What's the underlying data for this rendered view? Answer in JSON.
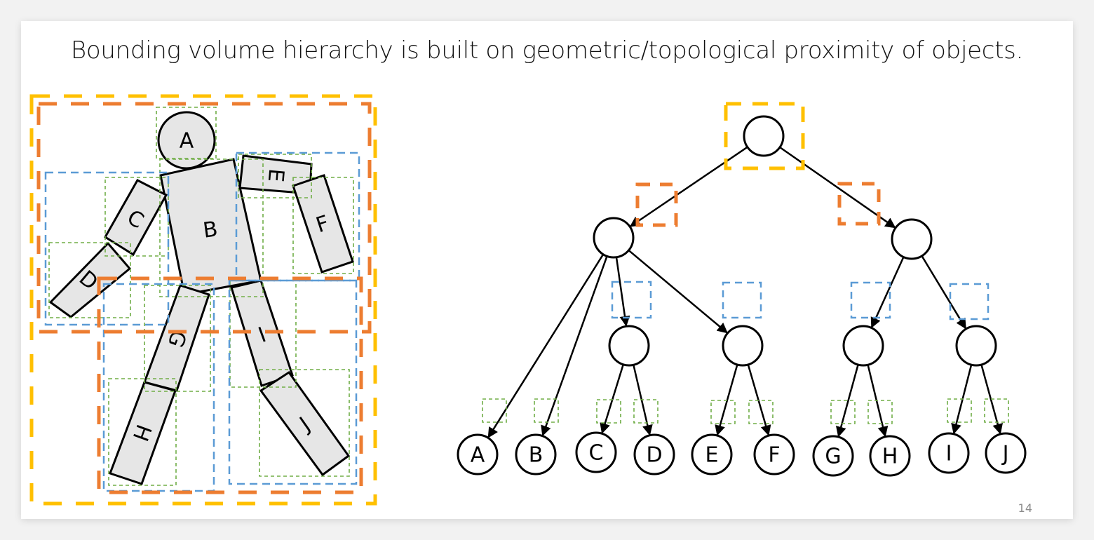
{
  "slide": {
    "title": "Bounding volume hierarchy is built on geometric/topological proximity of objects.",
    "page_number": "14"
  },
  "colors": {
    "level0_box": "#ffc000",
    "level1_box": "#ed7d31",
    "level2_box": "#5b9bd5",
    "leaf_box": "#70ad47",
    "shape_fill": "#e6e6e6",
    "stroke": "#000000"
  },
  "figure": {
    "objects": [
      {
        "id": "A",
        "label": "A",
        "shape": "circle"
      },
      {
        "id": "B",
        "label": "B",
        "shape": "torso"
      },
      {
        "id": "C",
        "label": "C",
        "shape": "upper-left-arm"
      },
      {
        "id": "D",
        "label": "D",
        "shape": "lower-left-arm"
      },
      {
        "id": "E",
        "label": "E",
        "shape": "upper-right-arm"
      },
      {
        "id": "F",
        "label": "F",
        "shape": "lower-right-arm"
      },
      {
        "id": "G",
        "label": "G",
        "shape": "upper-left-leg"
      },
      {
        "id": "H",
        "label": "H",
        "shape": "lower-left-leg"
      },
      {
        "id": "I",
        "label": "I",
        "shape": "upper-right-leg"
      },
      {
        "id": "J",
        "label": "J",
        "shape": "lower-right-leg"
      }
    ]
  },
  "tree": {
    "root": {
      "id": "root",
      "label": "",
      "bbox_level": "level0"
    },
    "level1": [
      {
        "id": "n1",
        "label": "",
        "children": [
          "A",
          "B",
          "n3",
          "n4"
        ]
      },
      {
        "id": "n2",
        "label": "",
        "children": [
          "n5",
          "n6"
        ]
      }
    ],
    "level2": [
      {
        "id": "n3",
        "label": "",
        "children": [
          "C",
          "D"
        ]
      },
      {
        "id": "n4",
        "label": "",
        "children": [
          "E",
          "F"
        ]
      },
      {
        "id": "n5",
        "label": "",
        "children": [
          "G",
          "H"
        ]
      },
      {
        "id": "n6",
        "label": "",
        "children": [
          "I",
          "J"
        ]
      }
    ],
    "leaves": [
      {
        "id": "A",
        "label": "A"
      },
      {
        "id": "B",
        "label": "B"
      },
      {
        "id": "C",
        "label": "C"
      },
      {
        "id": "D",
        "label": "D"
      },
      {
        "id": "E",
        "label": "E"
      },
      {
        "id": "F",
        "label": "F"
      },
      {
        "id": "G",
        "label": "G"
      },
      {
        "id": "H",
        "label": "H"
      },
      {
        "id": "I",
        "label": "I"
      },
      {
        "id": "J",
        "label": "J"
      }
    ]
  }
}
